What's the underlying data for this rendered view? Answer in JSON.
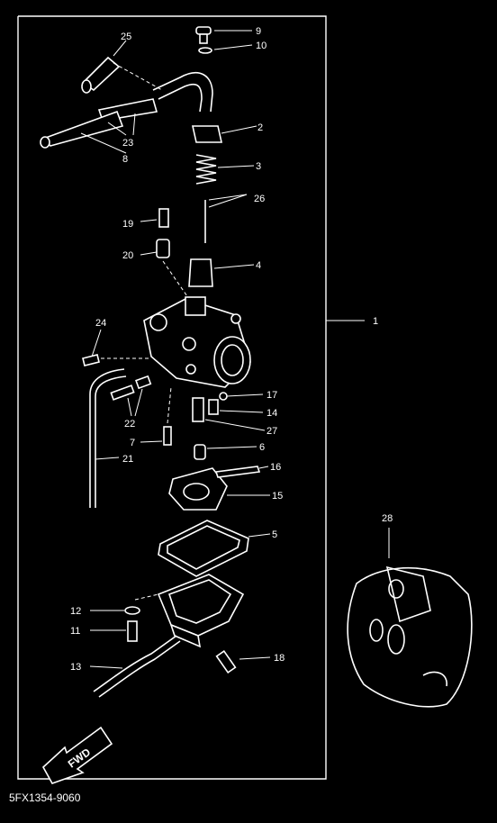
{
  "diagram": {
    "drawing_code": "5FX1354-9060",
    "fwd_label": "FWD",
    "callouts": [
      "1",
      "2",
      "3",
      "4",
      "5",
      "6",
      "7",
      "8",
      "9",
      "10",
      "11",
      "12",
      "13",
      "14",
      "15",
      "16",
      "17",
      "18",
      "19",
      "20",
      "21",
      "22",
      "23",
      "24",
      "25",
      "26",
      "27",
      "28"
    ]
  }
}
